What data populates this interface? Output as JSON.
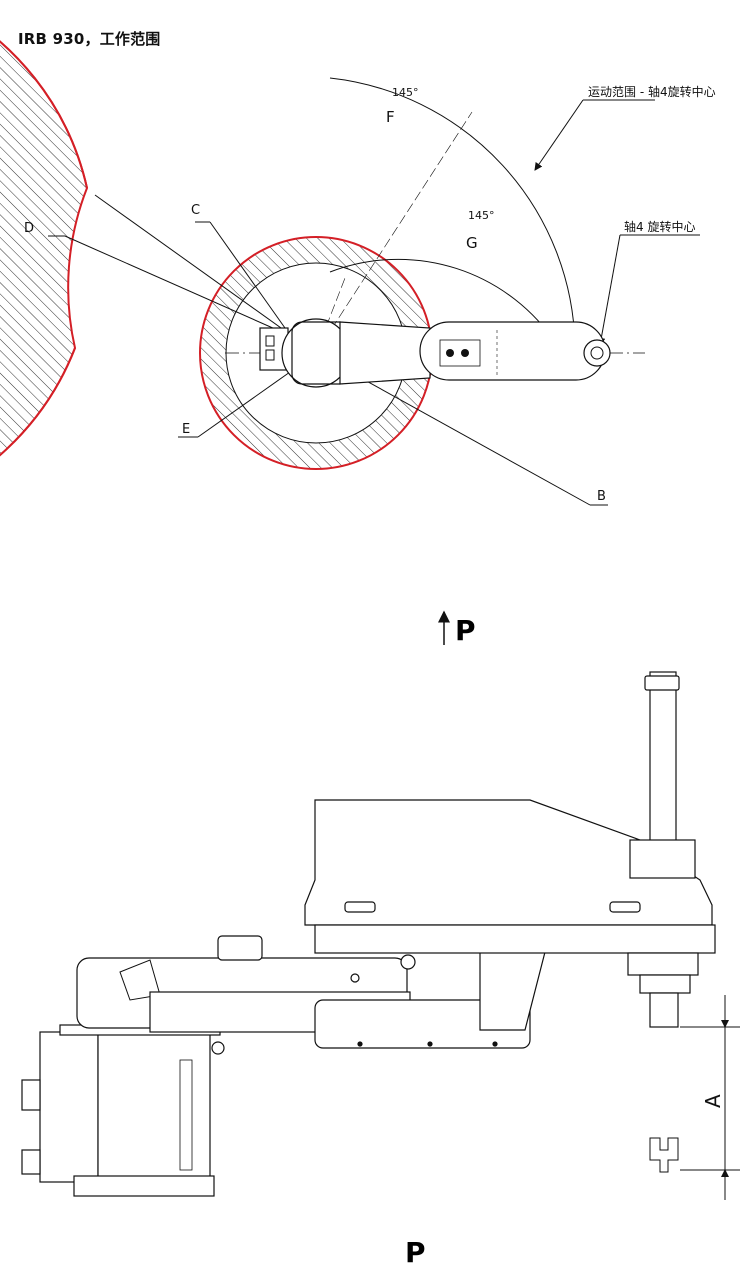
{
  "title": "IRB 930，工作范围",
  "labels": {
    "motion_range_axis4": "运动范围 - 轴4旋转中心",
    "axis4_center": "轴4 旋转中心",
    "angle_outer": "145°",
    "angle_inner": "145°",
    "F": "F",
    "G": "G",
    "B": "B",
    "C": "C",
    "D": "D",
    "E": "E",
    "P_top": "P",
    "P_bottom": "P",
    "A": "A"
  },
  "colors": {
    "range_outline": "#d41f26",
    "linework": "#111111",
    "hatch": "#333333"
  }
}
